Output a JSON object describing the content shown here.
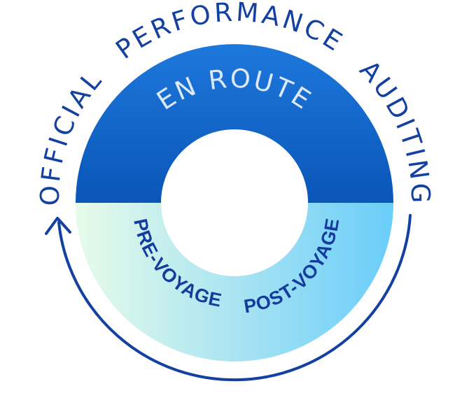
{
  "diagram": {
    "outer_ring": {
      "left_label": "OFFICIAL",
      "top_label": "PERFORMANCE",
      "right_label": "AUDITING"
    },
    "donut": {
      "top_segment_label": "EN ROUTE",
      "bottom_left_label": "PRE-VOYAGE",
      "bottom_right_label": "POST-VOYAGE"
    },
    "colors": {
      "top_segment_light": "#1e78dc",
      "top_segment_dark": "#0a55b8",
      "bottom_left": "#e8fbe9",
      "bottom_right": "#6acdfa",
      "outer_text": "#1440a0",
      "arrow": "#1440a0",
      "top_text": "#dbe9fb",
      "bottom_text": "#143c9c"
    }
  }
}
